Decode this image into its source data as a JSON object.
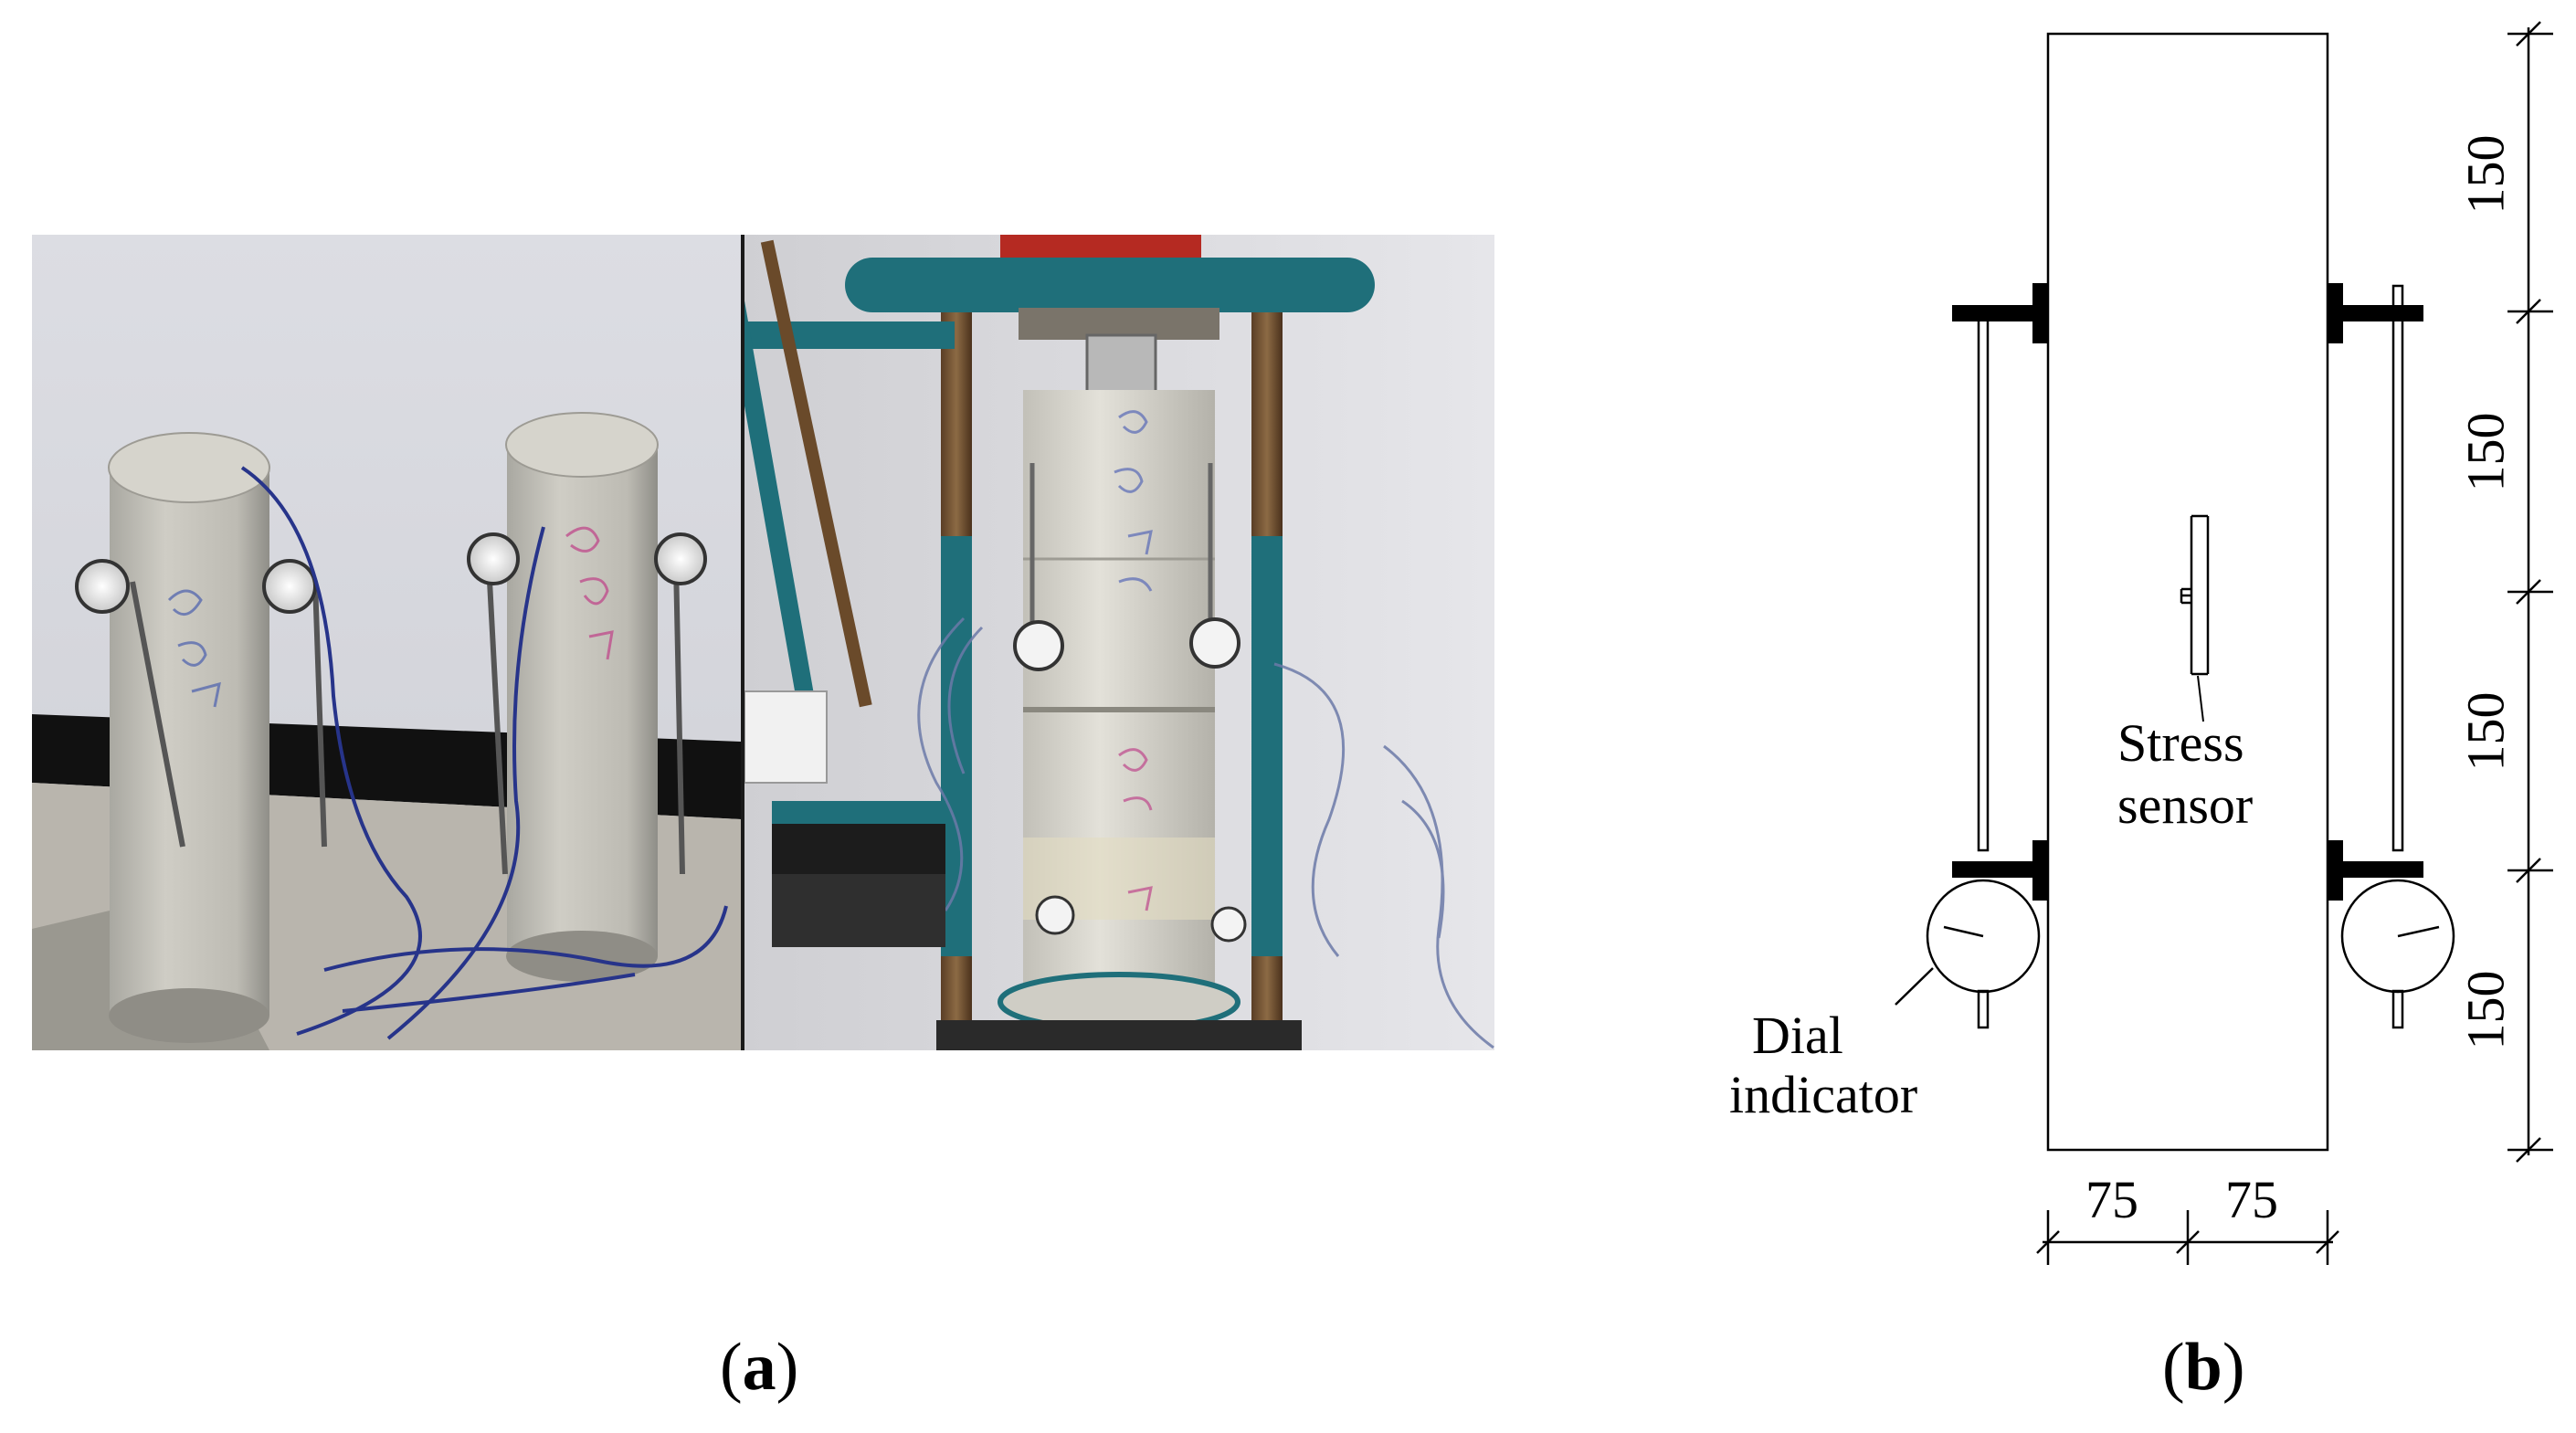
{
  "captions": {
    "a": {
      "open": "(",
      "letter": "a",
      "close": ")"
    },
    "b": {
      "open": "(",
      "letter": "b",
      "close": ")"
    }
  },
  "diagram": {
    "stress_sensor": {
      "line1": "Stress",
      "line2": "sensor"
    },
    "dial_indicator": {
      "line1": "Dial",
      "line2": "indicator"
    },
    "vertical_dims": [
      "150",
      "150",
      "150",
      "150"
    ],
    "horizontal_dims": [
      "75",
      "75"
    ]
  },
  "photos": {
    "left": {
      "description_icon": "concrete-cylinders-with-dial-gauges-photo"
    },
    "right": {
      "description_icon": "specimen-in-loading-frame-photo"
    }
  },
  "colors": {
    "line": "#000000",
    "wall": "#d9d9dc",
    "frame_teal": "#1f6f7a",
    "specimen": "#d8d6cf"
  }
}
